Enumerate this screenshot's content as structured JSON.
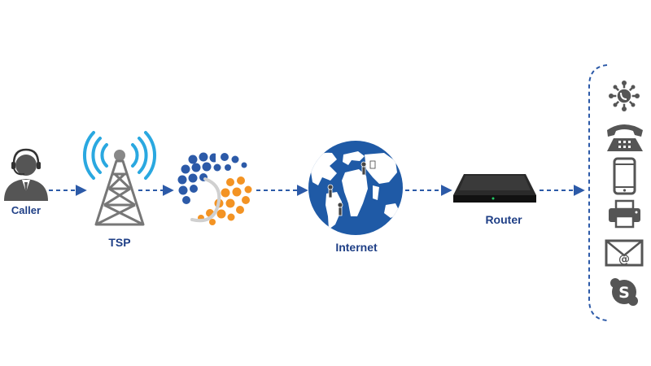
{
  "nodes": {
    "caller": {
      "label": "Caller",
      "icon": "caller-headset-icon"
    },
    "tsp": {
      "label": "TSP",
      "icon": "cell-tower-icon"
    },
    "provider": {
      "icon": "provider-logo-icon"
    },
    "internet": {
      "label": "Internet",
      "icon": "globe-icon"
    },
    "router": {
      "label": "Router",
      "icon": "router-icon"
    }
  },
  "endpoints": [
    {
      "icon": "network-hub-icon"
    },
    {
      "icon": "desk-telephone-icon"
    },
    {
      "icon": "mobile-phone-icon"
    },
    {
      "icon": "printer-icon"
    },
    {
      "icon": "email-icon"
    },
    {
      "icon": "skype-icon"
    }
  ],
  "colors": {
    "primary": "#1f5aa6",
    "label": "#1f3f86",
    "arrow": "#2c5aa8",
    "signal": "#2aa8e0",
    "accent_orange": "#f39323",
    "icon_gray": "#666666",
    "router_dark": "#1a1a1a"
  }
}
